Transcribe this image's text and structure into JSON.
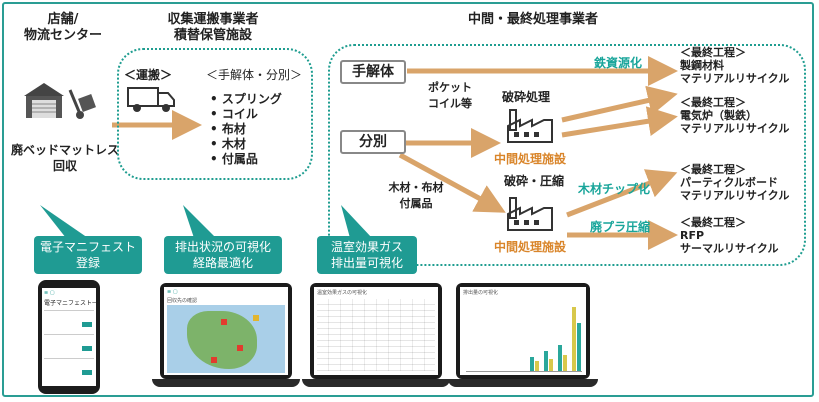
{
  "headers": {
    "store": [
      "店舗/",
      "物流センター"
    ],
    "collector": [
      "収集運搬事業者",
      "積替保管施設"
    ],
    "processor": "中間・最終処理事業者"
  },
  "store_caption": [
    "廃ベッドマットレス",
    "回収"
  ],
  "collector_box": {
    "transport_label": "＜運搬＞",
    "manual_label": "＜手解体・分別＞",
    "items": [
      "スプリング",
      "コイル",
      "布材",
      "木材",
      "付属品"
    ]
  },
  "process": {
    "manual_box": "手解体",
    "sort_box": "分別",
    "pocket_coil": [
      "ポケット",
      "コイル等"
    ],
    "wood_fabric": [
      "木材・布材",
      "付属品"
    ],
    "crushing": "破砕処理",
    "crushing_compression": "破砕・圧縮",
    "intermediate_facility_1": "中間処理施設",
    "intermediate_facility_2": "中間処理施設",
    "steel_recycling": "鉄資源化",
    "wood_chip": "木材チップ化",
    "plastic_compression": "廃プラ圧縮"
  },
  "final": [
    {
      "title": "＜最終工程＞",
      "lines": [
        "製鋼材料",
        "マテリアルリサイクル"
      ]
    },
    {
      "title": "＜最終工程＞",
      "lines": [
        "電気炉（製鉄）",
        "マテリアルリサイクル"
      ]
    },
    {
      "title": "＜最終工程＞",
      "lines": [
        "パーティクルボード",
        "マテリアルリサイクル"
      ]
    },
    {
      "title": "＜最終工程＞",
      "lines": [
        "RFP",
        "サーマルリサイクル"
      ]
    }
  ],
  "callouts": {
    "manifest": [
      "電子マニフェスト",
      "登録"
    ],
    "visualize": [
      "排出状況の可視化",
      "経路最適化"
    ],
    "ghg": [
      "温室効果ガス",
      "排出量可視化"
    ]
  },
  "screens": {
    "phone_title": "電子マニフェスト一覧",
    "map_title": "回収先の確認",
    "table_title": "温室効果ガスの可視化",
    "chart_title": "排出量の可視化"
  },
  "colors": {
    "teal": "#1f9b93",
    "arrow": "#d9a46a",
    "accent_orange": "#d9852a"
  },
  "icons": [
    "warehouse-icon",
    "hand-truck-icon",
    "truck-icon",
    "factory-icon",
    "phone-icon",
    "laptop-icon"
  ]
}
